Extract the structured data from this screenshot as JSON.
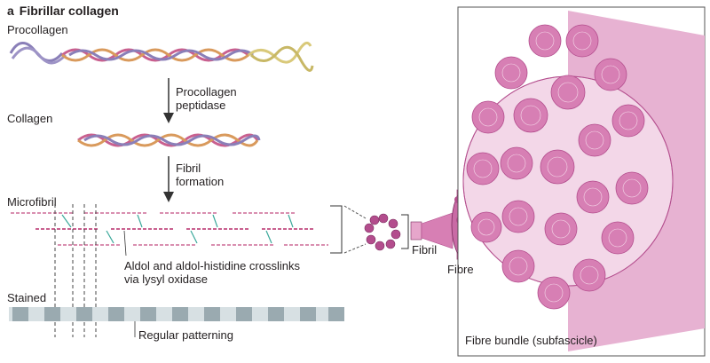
{
  "panel": {
    "letter": "a",
    "title": "Fibrillar collagen"
  },
  "labels": {
    "procollagen": "Procollagen",
    "procollagen_peptidase_1": "Procollagen",
    "procollagen_peptidase_2": "peptidase",
    "collagen": "Collagen",
    "fibril_formation_1": "Fibril",
    "fibril_formation_2": "formation",
    "microfibril": "Microfibril",
    "crosslinks_1": "Aldol and aldol-histidine crosslinks",
    "crosslinks_2": "via lysyl oxidase",
    "stained": "Stained",
    "regular_patterning": "Regular patterning",
    "fibril": "Fibril",
    "fibre": "Fibre",
    "fibre_bundle": "Fibre bundle (subfascicle)"
  },
  "colors": {
    "strand_pink": "#c9608f",
    "strand_orange": "#d99a5c",
    "strand_purple": "#8a7fb8",
    "strand_yellow": "#d9c97a",
    "fibre_fill": "#d77fb4",
    "fibre_dark": "#b34d8d",
    "bundle_bg": "#f3d7e8",
    "stain_gray": "#9aaab0",
    "stain_light": "#d7e0e3",
    "crosslink": "#3aa89a"
  }
}
